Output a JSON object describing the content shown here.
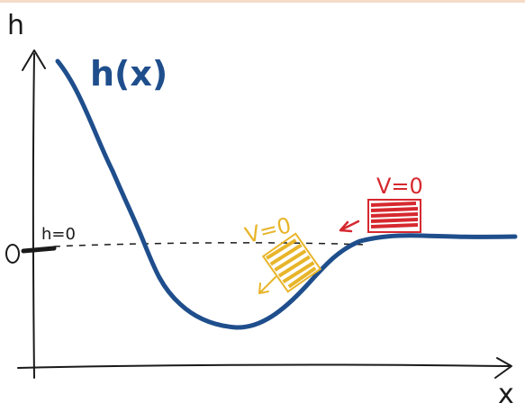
{
  "axes": {
    "y_label": "h",
    "x_label": "x",
    "origin_label": "O",
    "zero_level_label": "h=0"
  },
  "curve": {
    "label": "h(x)",
    "color": "#1f4e8c"
  },
  "objects": [
    {
      "label": "V=0",
      "color": "#e3a51a",
      "state": "on slope, sliding down"
    },
    {
      "label": "V=0",
      "color": "#d6282f",
      "state": "on plateau, moving left"
    }
  ],
  "colors": {
    "axis": "#1a1a1a",
    "curve": "#1f4e8c",
    "yellow": "#e8b52a",
    "red": "#d6282f"
  }
}
